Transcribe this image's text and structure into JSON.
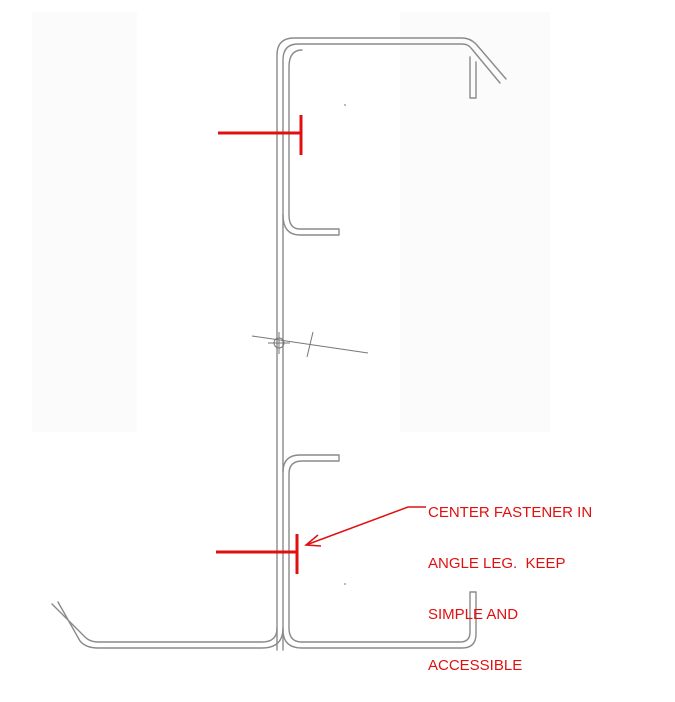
{
  "drawing": {
    "annotation": {
      "lines": [
        "CENTER FASTENER IN",
        "ANGLE LEG.  KEEP",
        "SIMPLE AND",
        "ACCESSIBLE"
      ],
      "color": "#e01010"
    },
    "fastener_color": "#e01010",
    "profile_color": "#8a8a8a",
    "construction_color": "#777777",
    "elements": {
      "upper_c_channel": "C-channel stud (upper)",
      "lower_z_section": "Z-section girt (lower)",
      "upper_fastener": "fastener marker",
      "lower_fastener": "fastener marker",
      "centroid_marker": "crosshair-target-icon"
    }
  }
}
